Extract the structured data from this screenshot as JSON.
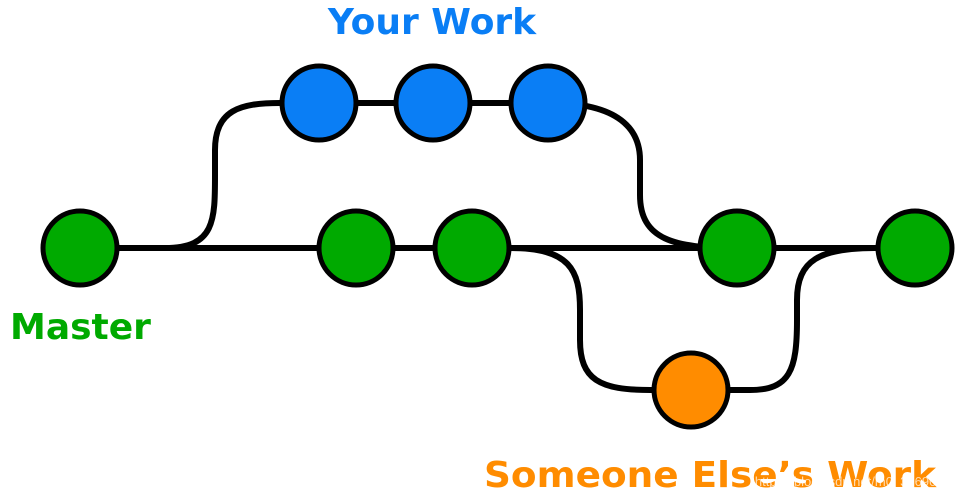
{
  "labels": {
    "your_work": "Your Work",
    "master": "Master",
    "someone_else": "Someone Else’s Work"
  },
  "watermark": "https://blog.csdn.net/m0_37690430",
  "colors": {
    "your_work": "#0a7ef5",
    "master": "#00aa00",
    "someone_else": "#ff8c00",
    "line": "#000000"
  }
}
